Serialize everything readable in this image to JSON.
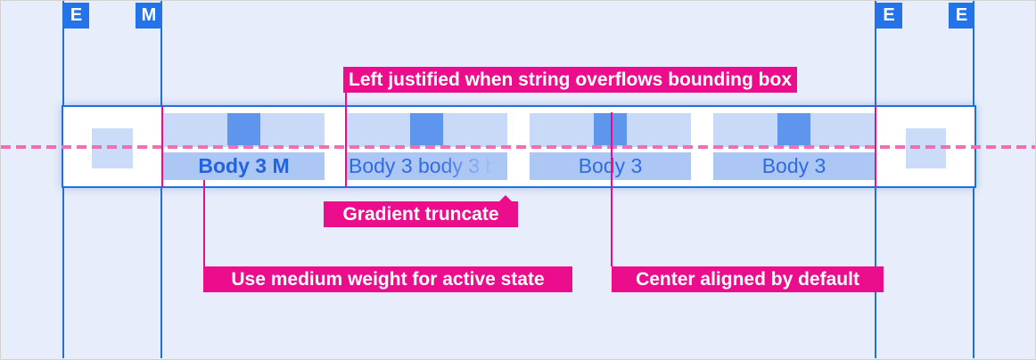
{
  "colors": {
    "background": "#E7EDFA",
    "guide_blue": "#1F6FE5",
    "marker_blue": "#2573E9",
    "annotation_magenta": "#EB0D8C",
    "centerline_pink": "#F06EB4",
    "tab_top_fill": "#C9DAF8",
    "tab_indicator_fill": "#5E96EE",
    "tab_label_fill": "#ADC7F4",
    "tab_text_blue": "#2E6BE5",
    "active_tab_text_blue": "#2263E0",
    "panel_fill": "#FFFFFF"
  },
  "margin_markers": [
    {
      "label": "E"
    },
    {
      "label": "M"
    },
    {
      "label": "E"
    },
    {
      "label": "E"
    }
  ],
  "tabs": [
    {
      "label": "Body 3 M",
      "state": "active"
    },
    {
      "label": "Body 3 body 3 b",
      "state": "gradient-truncated"
    },
    {
      "label": "Body 3",
      "state": "default"
    },
    {
      "label": "Body 3",
      "state": "default"
    }
  ],
  "annotations": {
    "overflow": "Left justified when string overflows bounding box",
    "truncate": "Gradient truncate",
    "active_weight": "Use medium weight for active state",
    "center_aligned": "Center aligned by default"
  }
}
